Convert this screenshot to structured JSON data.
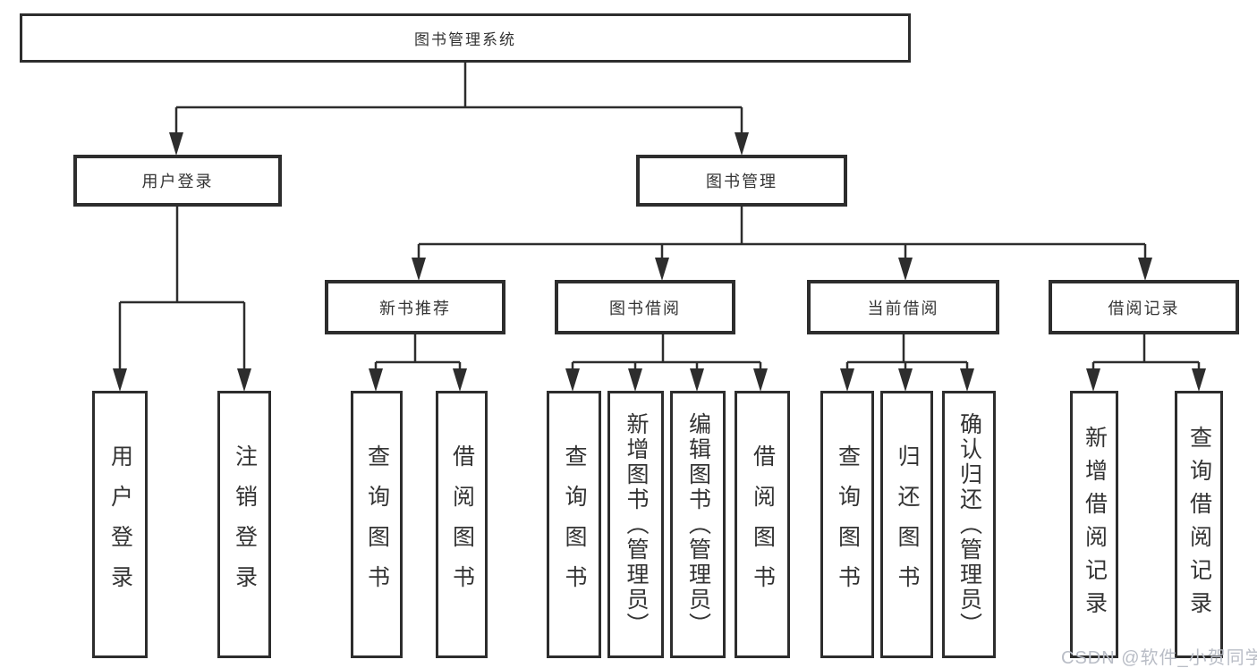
{
  "diagram_title": "图书管理系统",
  "tree": {
    "root": "图书管理系统",
    "user_login": "用户登录",
    "book_management": "图书管理",
    "new_book_recommend": "新书推荐",
    "book_borrowing": "图书借阅",
    "current_borrowing": "当前借阅",
    "borrowing_records": "借阅记录",
    "leaf_user_login": "用户登录",
    "leaf_logout": "注销登录",
    "leaf_nb_query_books": "查询图书",
    "leaf_nb_borrow_books": "借阅图书",
    "leaf_bb_query_books": "查询图书",
    "leaf_bb_add_books": "新增图书（管理员）",
    "leaf_bb_edit_books": "编辑图书（管理员）",
    "leaf_bb_borrow_books": "借阅图书",
    "leaf_cb_query_books": "查询图书",
    "leaf_cb_return_books": "归还图书",
    "leaf_cb_confirm_return": "确认归还（管理员）",
    "leaf_br_add_record": "新增借阅记录",
    "leaf_br_query_record": "查询借阅记录"
  },
  "watermark": "CSDN @软件_小贺同学",
  "colors": {
    "line": "#2d2d2d",
    "box_border": "#2d2d2d",
    "box_background": "#ffffff",
    "text": "#333333",
    "watermark_text": "#b9bdc6"
  }
}
